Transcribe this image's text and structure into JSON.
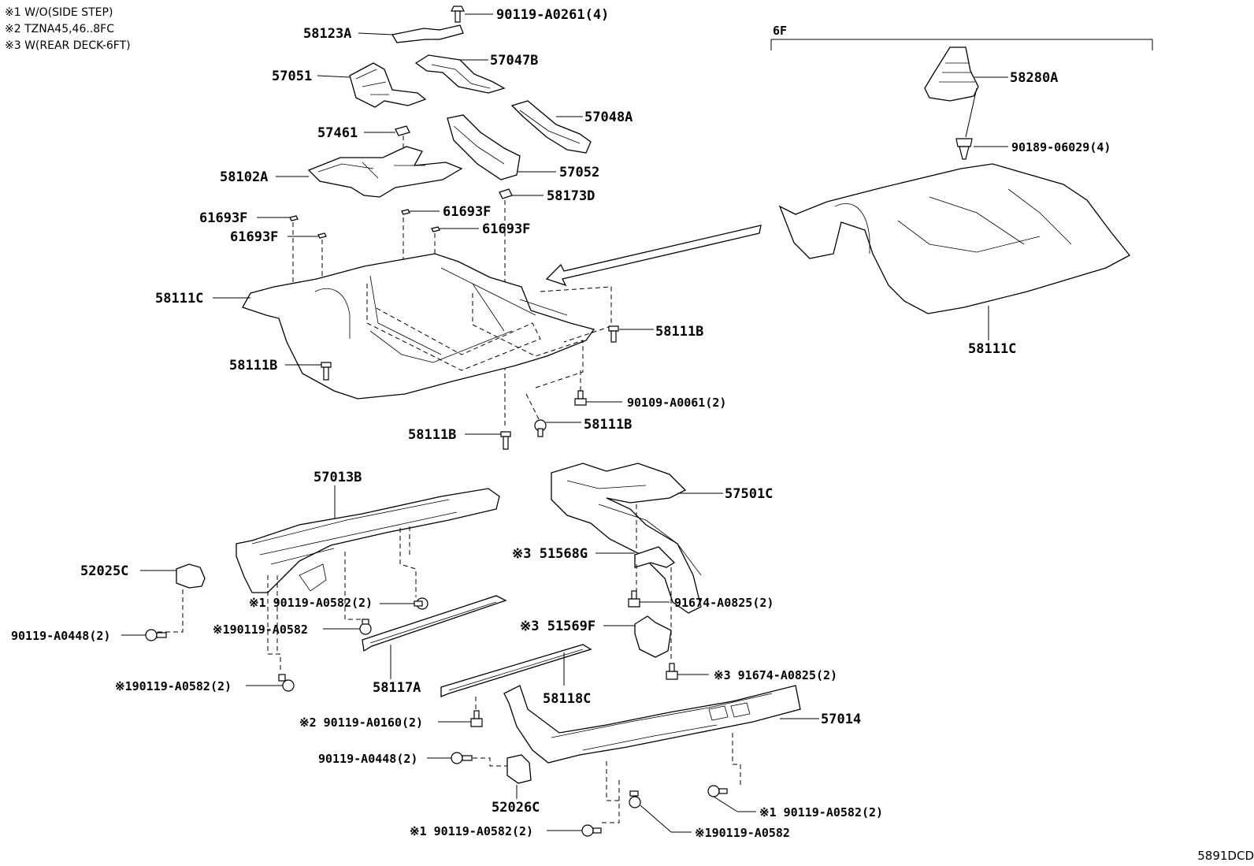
{
  "notes": [
    "※1 W/O(SIDE STEP)",
    "※2 TZNA45,46..8FC",
    "※3 W(REAR DECK-6FT)"
  ],
  "section_label": "6F",
  "diagram_code": "5891DCD",
  "labels": {
    "p90119_A0261": "90119-A0261(4)",
    "p58123A": "58123A",
    "p57047B": "57047B",
    "p57051": "57051",
    "p57048A": "57048A",
    "p57461": "57461",
    "p58102A": "58102A",
    "p57052": "57052",
    "p58173D": "58173D",
    "p61693F_a": "61693F",
    "p61693F_b": "61693F",
    "p61693F_c": "61693F",
    "p61693F_d": "61693F",
    "p58111C_left": "58111C",
    "p58111B_a": "58111B",
    "p58111B_b": "58111B",
    "p58111B_c": "58111B",
    "p58111B_d": "58111B",
    "p90109_A0061": "90109-A0061(2)",
    "p58280A": "58280A",
    "p90189_06029": "90189-06029(4)",
    "p58111C_right": "58111C",
    "p57013B": "57013B",
    "p57501C": "57501C",
    "p52025C": "52025C",
    "p51568G": "※3 51568G",
    "p91674_A0825_a": "91674-A0825(2)",
    "p90119_A0582_2a": "※1 90119-A0582(2)",
    "p90119_A0582_a": "※190119-A0582",
    "p90119_A0448_a": "90119-A0448(2)",
    "p51569F": "※3 51569F",
    "p91674_A0825_b": "※3 91674-A0825(2)",
    "p90119_A0582_2b": "※190119-A0582(2)",
    "p58117A": "58117A",
    "p58118C": "58118C",
    "p57014": "57014",
    "p90119_A0160": "※2 90119-A0160(2)",
    "p90119_A0448_b": "90119-A0448(2)",
    "p52026C": "52026C",
    "p90119_A0582_2c": "※1 90119-A0582(2)",
    "p90119_A0582_2d": "※1 90119-A0582(2)",
    "p90119_A0582_b": "※190119-A0582"
  }
}
